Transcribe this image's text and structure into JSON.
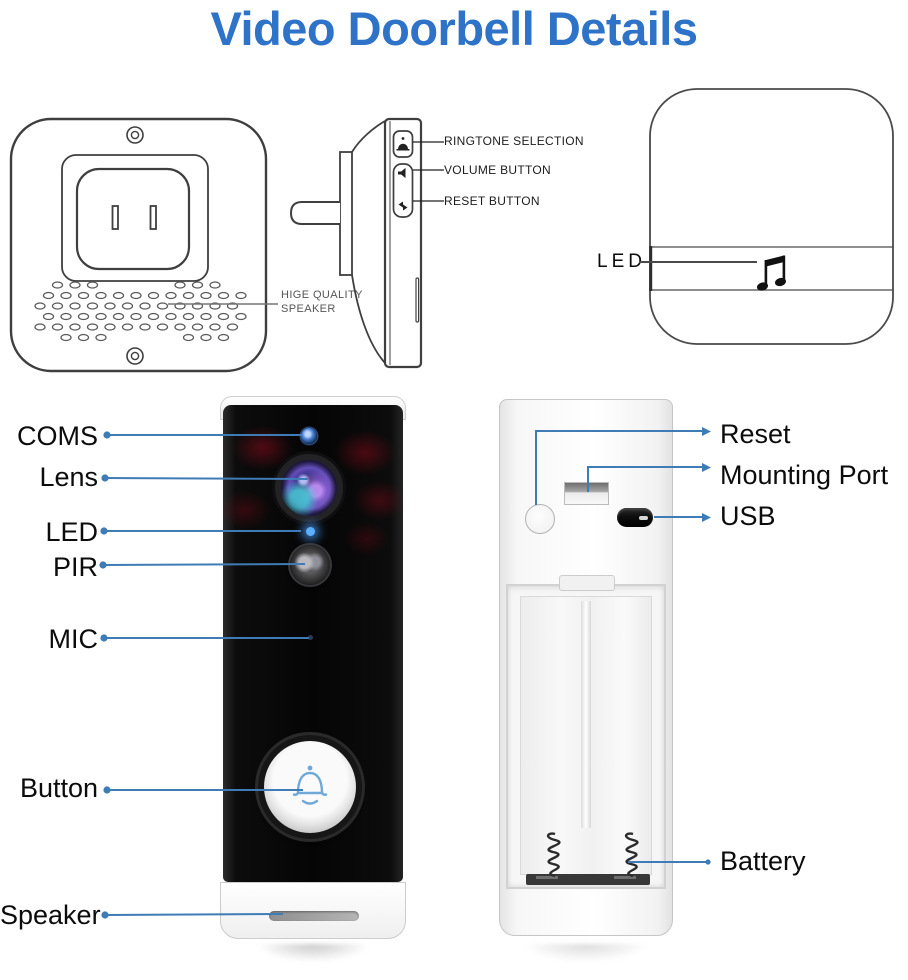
{
  "title": "Video Doorbell Details",
  "colors": {
    "title_blue": "#2e73c8",
    "leader_blue": "#3f7cb6",
    "drawing_line": "#3f3f3f"
  },
  "chime_front": {
    "speaker_label": {
      "line1": "HIGE QUALITY",
      "line2": "SPEAKER"
    }
  },
  "chime_side": {
    "ringtone_label": "RINGTONE SELECTION",
    "volume_label": "VOLUME BUTTON",
    "reset_label": "RESET BUTTON"
  },
  "chime_face": {
    "led_label": "LED",
    "icon": "music-note-icon"
  },
  "doorbell_front": {
    "coms": "COMS",
    "lens": "Lens",
    "led": "LED",
    "pir": "PIR",
    "mic": "MIC",
    "button": "Button",
    "speaker": "Speaker"
  },
  "doorbell_back": {
    "reset": "Reset",
    "mounting_port": "Mounting Port",
    "usb": "USB",
    "battery": "Battery"
  }
}
